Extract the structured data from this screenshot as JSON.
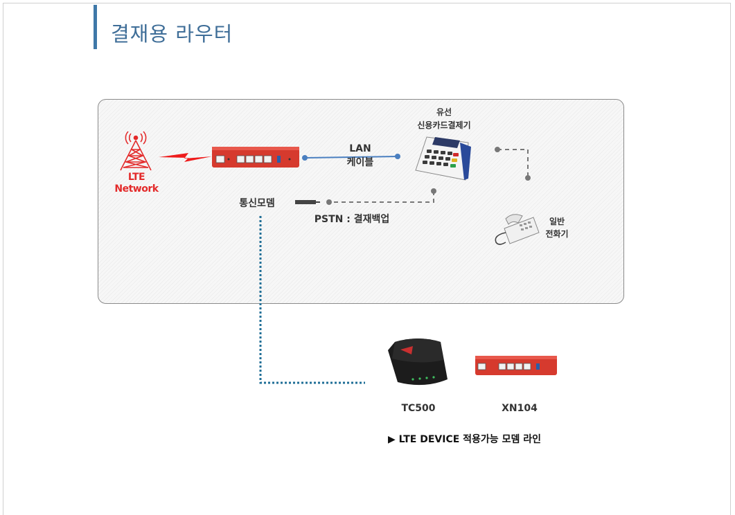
{
  "page": {
    "title": "결재용 라우터"
  },
  "diagram": {
    "lte": {
      "line1": "LTE",
      "line2": "Network"
    },
    "lan": {
      "line1": "LAN",
      "line2": "케이블"
    },
    "card_terminal": {
      "line1": "유선",
      "line2": "신용카드결제기"
    },
    "modem_label": "통신모뎀",
    "pstn_label": "PSTN : 결재백업",
    "phone": {
      "line1": "일반",
      "line2": "전화기"
    }
  },
  "devices": {
    "tc500_label": "TC500",
    "xn104_label": "XN104",
    "caption": "▶ LTE DEVICE 적용가능 모뎀 라인"
  },
  "colors": {
    "accent": "#3f78a8",
    "router_red": "#d63a2e",
    "lte_red": "#e32a2a",
    "lan_blue": "#4a7fc0",
    "dotted_teal": "#1f6e96",
    "dash_gray": "#777777"
  }
}
